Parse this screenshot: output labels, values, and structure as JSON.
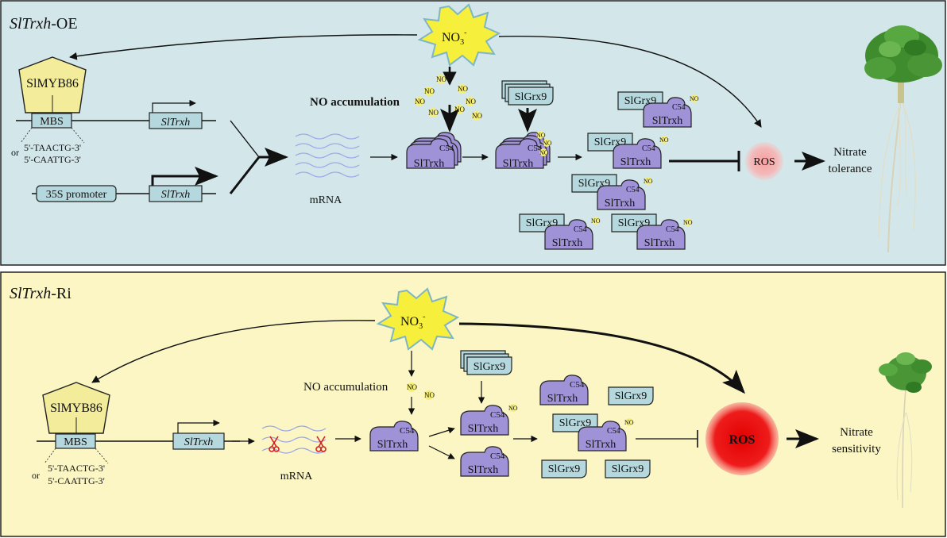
{
  "panels": {
    "oe": {
      "title_italic": "SlTrxh",
      "title_suffix": "-OE",
      "bg": "#d3e7ea",
      "nitrate": "NO",
      "nitrate_sub": "3",
      "nitrate_sup": "-",
      "myb": "SlMYB86",
      "mbs": "MBS",
      "seq1": "5'-TAACTG-3'",
      "or": "or",
      "seq2": "5'-CAATTG-3'",
      "gene1": "SlTrxh",
      "promoter": "35S promoter",
      "gene2": "SlTrxh",
      "mrna": "mRNA",
      "no_acc": "NO accumulation",
      "no": "NO",
      "trxh": "SlTrxh",
      "grx": "SlGrx9",
      "c54": "C54",
      "ros": "ROS",
      "outcome1": "Nitrate",
      "outcome2": "tolerance"
    },
    "ri": {
      "title_italic": "SlTrxh",
      "title_suffix": "-Ri",
      "bg": "#fbf6c4",
      "nitrate": "NO",
      "nitrate_sub": "3",
      "nitrate_sup": "-",
      "myb": "SlMYB86",
      "mbs": "MBS",
      "seq1": "5'-TAACTG-3'",
      "or": "or",
      "seq2": "5'-CAATTG-3'",
      "gene1": "SlTrxh",
      "mrna": "mRNA",
      "no_acc": "NO accumulation",
      "no": "NO",
      "trxh": "SlTrxh",
      "grx": "SlGrx9",
      "c54": "C54",
      "ros": "ROS",
      "outcome1": "Nitrate",
      "outcome2": "sensitivity"
    }
  },
  "colors": {
    "trxh_fill": "#9f92d6",
    "grx_fill": "#b4d8dd",
    "myb_fill": "#f3ec9a",
    "starburst": "#f6ef3c",
    "ros_oe": "#f3a7a7",
    "ros_ri": "#ee1c1c",
    "no_dot": "#f5ee7a",
    "plant_leaf": "#3f8c2e"
  }
}
